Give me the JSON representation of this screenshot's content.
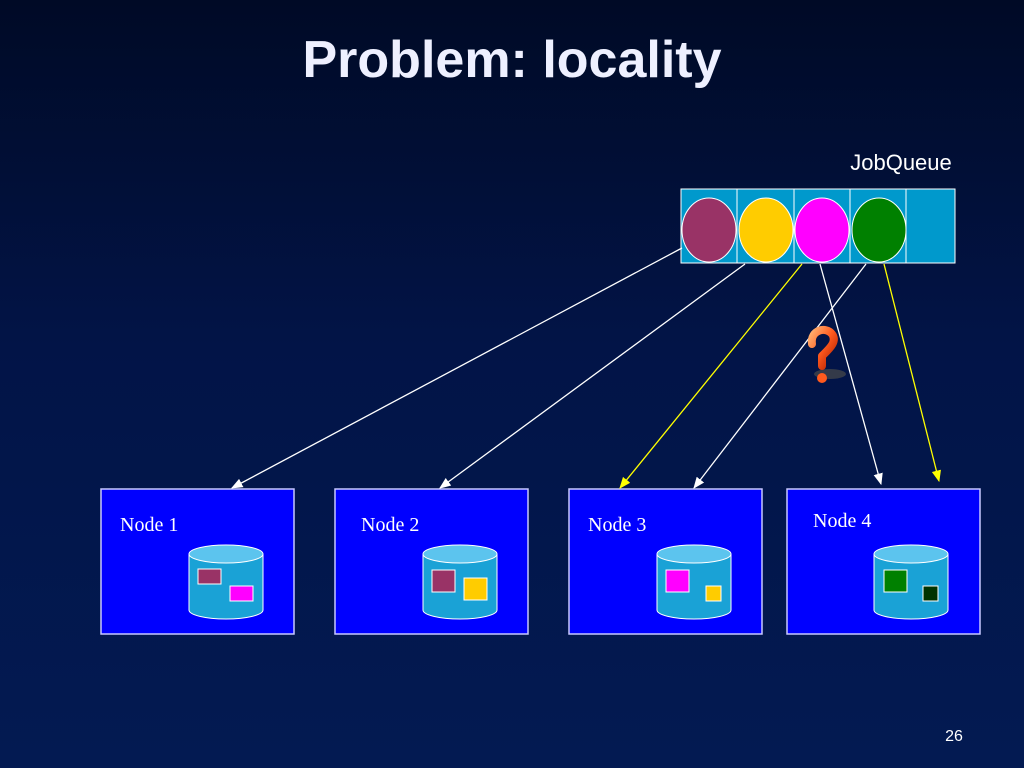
{
  "slide": {
    "title": "Problem: locality",
    "page_number": "26"
  },
  "job_queue": {
    "label": "JobQueue",
    "slots": [
      {
        "color": "#993366"
      },
      {
        "color": "#ffcc00"
      },
      {
        "color": "#ff00ff"
      },
      {
        "color": "#008000"
      },
      {
        "color": null
      }
    ],
    "slot_color": "#0099cc"
  },
  "nodes": [
    {
      "label": "Node 1",
      "blocks": [
        "#993366",
        "#ff00ff"
      ]
    },
    {
      "label": "Node 2",
      "blocks": [
        "#993366",
        "#ffcc00"
      ]
    },
    {
      "label": "Node 3",
      "blocks": [
        "#ff00ff",
        "#ffcc00"
      ]
    },
    {
      "label": "Node 4",
      "blocks": [
        "#008000",
        "#003300"
      ]
    }
  ],
  "colors": {
    "node_fill": "#0000ff",
    "node_border": "#c8c8ff",
    "cylinder": "#1aa2d6",
    "arrow_plain": "#ffffff",
    "arrow_highlight": "#ffff00",
    "question_mark": "#ff5a1e"
  }
}
